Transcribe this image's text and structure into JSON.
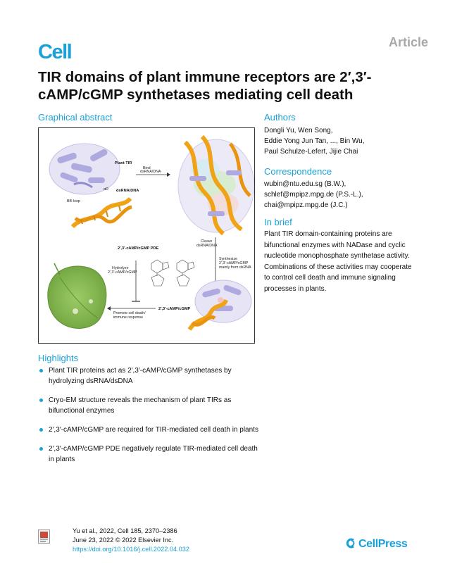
{
  "journal": {
    "logo": "Cell",
    "article_type": "Article"
  },
  "title": "TIR domains of plant immune receptors are 2′,3′-cAMP/cGMP synthetases mediating cell death",
  "graphical_abstract": {
    "heading": "Graphical abstract",
    "labels": {
      "plant_tir": "Plant TIR",
      "bind": "Bind",
      "bind_sub": "dsRNA/DNA",
      "dsrna_dna": "dsRNA/DNA",
      "bb_loop": "BB-loop",
      "alpha_d": "αD",
      "cleave": "Cleave",
      "cleave_sub": "dsRNA/DNA",
      "synthesize": "Synthesize",
      "synthesize_sub1": "2′,3′-cAMP/cGMP",
      "synthesize_sub2": "mainly from dsRNA",
      "pde": "2′,3′-cAMP/cGMP PDE",
      "hydrolyze": "Hydrolyze",
      "hydrolyze_sub": "2′,3′-cAMP/cGMP",
      "product": "2′,3′-cAMP/cGMP",
      "promote": "Promote cell death/",
      "promote_sub": "immune response"
    }
  },
  "authors": {
    "heading": "Authors",
    "lines": [
      "Dongli Yu, Wen Song,",
      "Eddie Yong Jun Tan, ..., Bin Wu,",
      "Paul Schulze-Lefert, Jijie Chai"
    ]
  },
  "correspondence": {
    "heading": "Correspondence",
    "lines": [
      "wubin@ntu.edu.sg (B.W.),",
      "schlef@mpipz.mpg.de (P.S.-L.),",
      "chai@mpipz.mpg.de (J.C.)"
    ]
  },
  "in_brief": {
    "heading": "In brief",
    "text": "Plant TIR domain-containing proteins are bifunctional enzymes with NADase and cyclic nucleotide monophosphate synthetase activity. Combinations of these activities may cooperate to control cell death and immune signaling processes in plants."
  },
  "highlights": {
    "heading": "Highlights",
    "items": [
      "Plant TIR proteins act as 2′,3′-cAMP/cGMP synthetases by hydrolyzing dsRNA/dsDNA",
      "Cryo-EM structure reveals the mechanism of plant TIRs as bifunctional enzymes",
      "2′,3′-cAMP/cGMP are required for TIR-mediated cell death in plants",
      "2′,3′-cAMP/cGMP PDE negatively regulate TIR-mediated cell death in plants"
    ]
  },
  "citation": {
    "line1": "Yu et al., 2022, Cell 185, 2370–2386",
    "line2": "June 23, 2022 © 2022 Elsevier Inc.",
    "doi": "https://doi.org/10.1016/j.cell.2022.04.032"
  },
  "publisher": {
    "name": "CellPress"
  },
  "colors": {
    "accent": "#1aa0d8",
    "muted": "#a8a8a8",
    "protein": "#b9b6e6",
    "dna": "#f0a316",
    "leaf": "#7fb04c"
  }
}
